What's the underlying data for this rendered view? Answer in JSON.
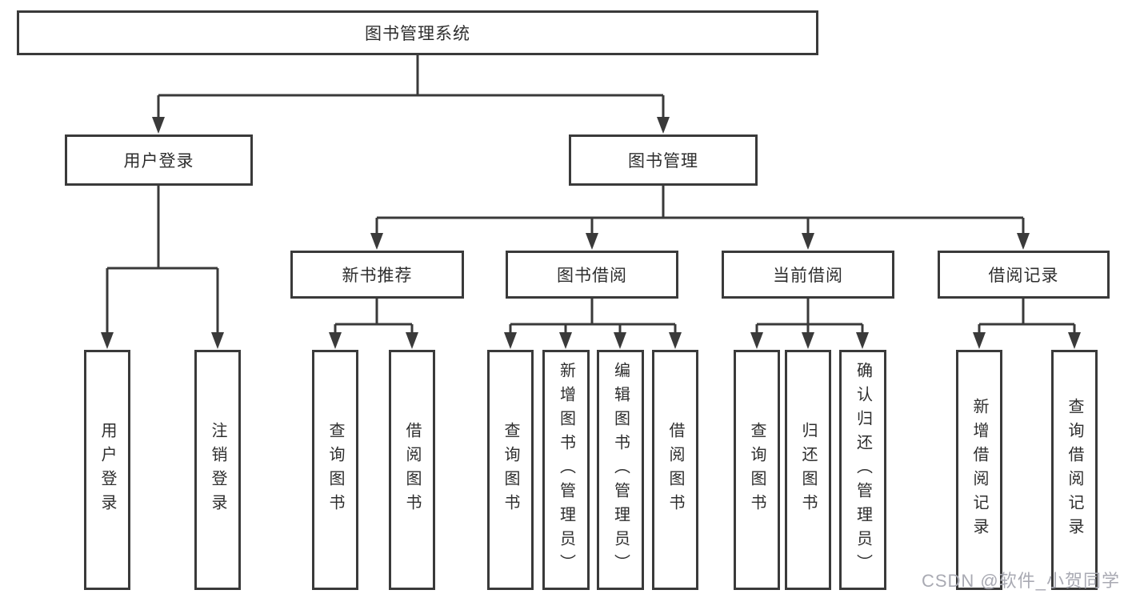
{
  "diagram": {
    "root": {
      "label": "图书管理系统"
    },
    "level2": [
      {
        "label": "用户登录",
        "children": [
          {
            "label": "用户登录"
          },
          {
            "label": "注销登录"
          }
        ]
      },
      {
        "label": "图书管理",
        "children": [
          {
            "label": "新书推荐",
            "children": [
              {
                "label": "查询图书"
              },
              {
                "label": "借阅图书"
              }
            ]
          },
          {
            "label": "图书借阅",
            "children": [
              {
                "label": "查询图书"
              },
              {
                "label": "新增图书（管理员）"
              },
              {
                "label": "编辑图书（管理员）"
              },
              {
                "label": "借阅图书"
              }
            ]
          },
          {
            "label": "当前借阅",
            "children": [
              {
                "label": "查询图书"
              },
              {
                "label": "归还图书"
              },
              {
                "label": "确认归还（管理员）"
              }
            ]
          },
          {
            "label": "借阅记录",
            "children": [
              {
                "label": "新增借阅记录"
              },
              {
                "label": "查询借阅记录"
              }
            ]
          }
        ]
      }
    ]
  },
  "watermark": {
    "text": "CSDN @软件_小贺同学"
  },
  "colors": {
    "line": "#3a3a3a",
    "box_border": "#3a3a3a",
    "text": "#2e2e2e",
    "watermark": "#a9aab3",
    "background": "#ffffff"
  }
}
